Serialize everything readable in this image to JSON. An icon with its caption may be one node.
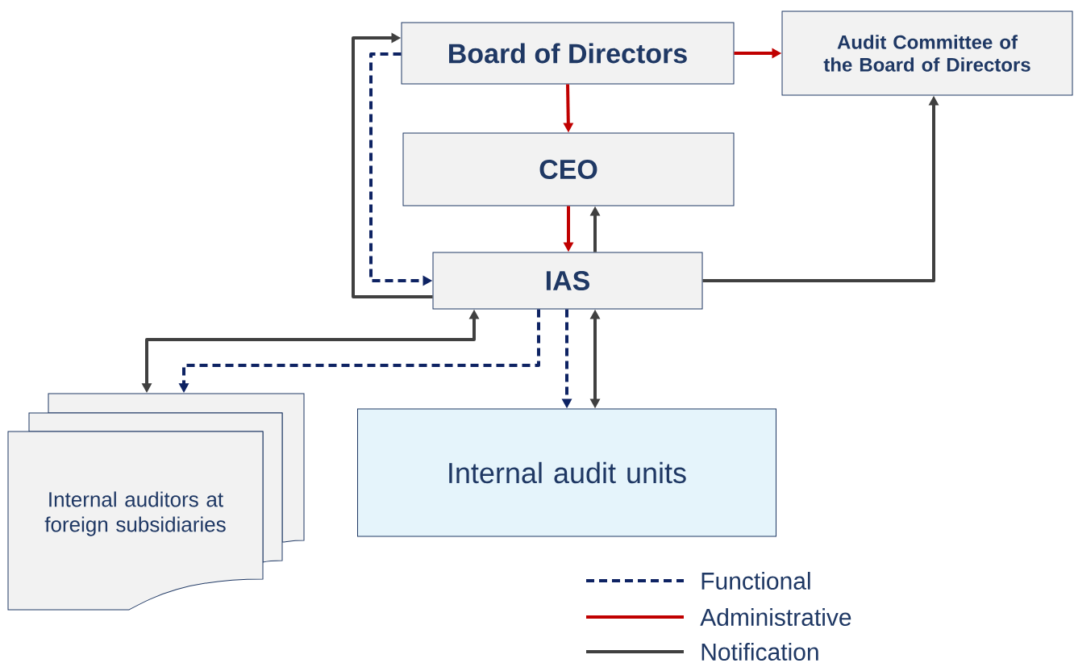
{
  "diagram": {
    "nodes": [
      {
        "text": [
          "Board of Directors"
        ]
      },
      {
        "text": [
          "Audit Committee of the Board of Directors"
        ]
      },
      {
        "text": [
          "CEO"
        ]
      },
      {
        "text": [
          "IAS"
        ]
      },
      {
        "text": [
          "Internal auditors at foreign subsidiaries"
        ]
      },
      {
        "text": [
          "Internal audit units"
        ]
      }
    ],
    "edges": [
      {
        "from": 0,
        "to": 1,
        "arrow": "to",
        "color": "#c00000"
      },
      {
        "from": 0,
        "to": 2,
        "arrow": "to",
        "color": "#c00000"
      },
      {
        "from": 2,
        "to": 3,
        "arrow": "to",
        "color": "#c00000"
      },
      {
        "from": 3,
        "to": 2,
        "arrow": "to"
      },
      {
        "from": 3,
        "to": 1,
        "arrow": "to"
      },
      {
        "from": 3,
        "to": 0,
        "arrow": "to"
      },
      {
        "from": 0,
        "to": 3,
        "arrow": "to",
        "style": "dashed",
        "color": "#0e2363"
      },
      {
        "from": 3,
        "to": 4,
        "arrow": "both"
      },
      {
        "from": 3,
        "to": 4,
        "arrow": "to",
        "style": "dashed",
        "color": "#0e2363"
      },
      {
        "from": 3,
        "to": 5,
        "arrow": "to",
        "style": "dashed",
        "color": "#0e2363"
      },
      {
        "from": 3,
        "to": 5,
        "arrow": "both"
      }
    ],
    "legend": [
      {
        "text": "Functional"
      },
      {
        "text": "Administrative"
      },
      {
        "text": "Notification"
      }
    ]
  }
}
